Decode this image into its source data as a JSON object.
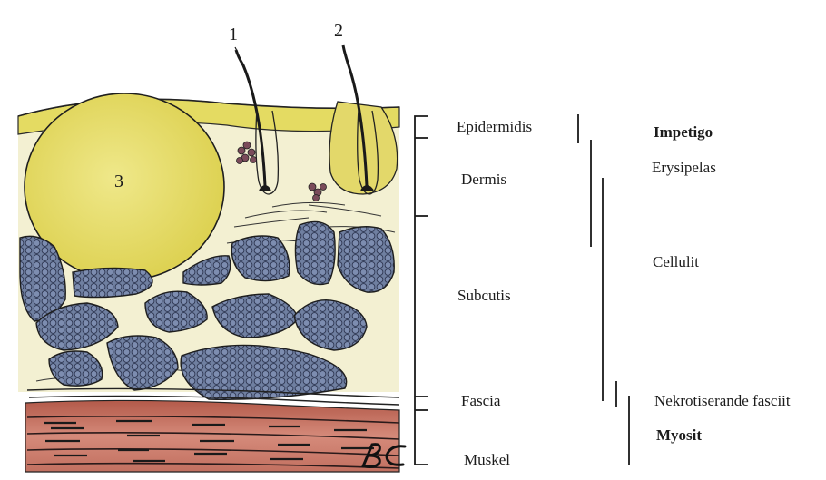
{
  "illustration": {
    "markers": [
      "1",
      "2",
      "3"
    ],
    "signature": "BC"
  },
  "layers": [
    {
      "key": "epidermis",
      "label": "Epidermidis"
    },
    {
      "key": "dermis",
      "label": "Dermis"
    },
    {
      "key": "subcutis",
      "label": "Subcutis"
    },
    {
      "key": "fascia",
      "label": "Fascia"
    },
    {
      "key": "muscle",
      "label": "Muskel"
    }
  ],
  "conditions": [
    {
      "key": "impetigo",
      "label": "Impetigo",
      "bold": true
    },
    {
      "key": "erysipelas",
      "label": "Erysipelas",
      "bold": false
    },
    {
      "key": "cellulitis",
      "label": "Cellulit",
      "bold": false
    },
    {
      "key": "necrotizing_fasciitis",
      "label": "Nekrotiserande fasciit",
      "bold": false
    },
    {
      "key": "myositis",
      "label": "Myosit",
      "bold": true
    }
  ],
  "colors": {
    "epidermis_yellow": "#e6de6a",
    "dermis_cream": "#f4f1cf",
    "fat_lobule_blue": "#6a7a9a",
    "muscle_red": "#c46b5c",
    "ink": "#1e1e1e"
  }
}
